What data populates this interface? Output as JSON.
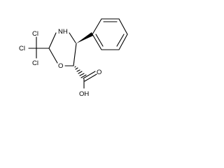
{
  "molecule": {
    "atoms": {
      "cl_top": "Cl",
      "cl_left": "Cl",
      "cl_bottom": "Cl",
      "nh": "NH",
      "o_ring": "O",
      "o_acid": "O",
      "oh": "OH"
    },
    "colors": {
      "bond": "#000000",
      "label": "#000000",
      "background": "#ffffff"
    }
  }
}
